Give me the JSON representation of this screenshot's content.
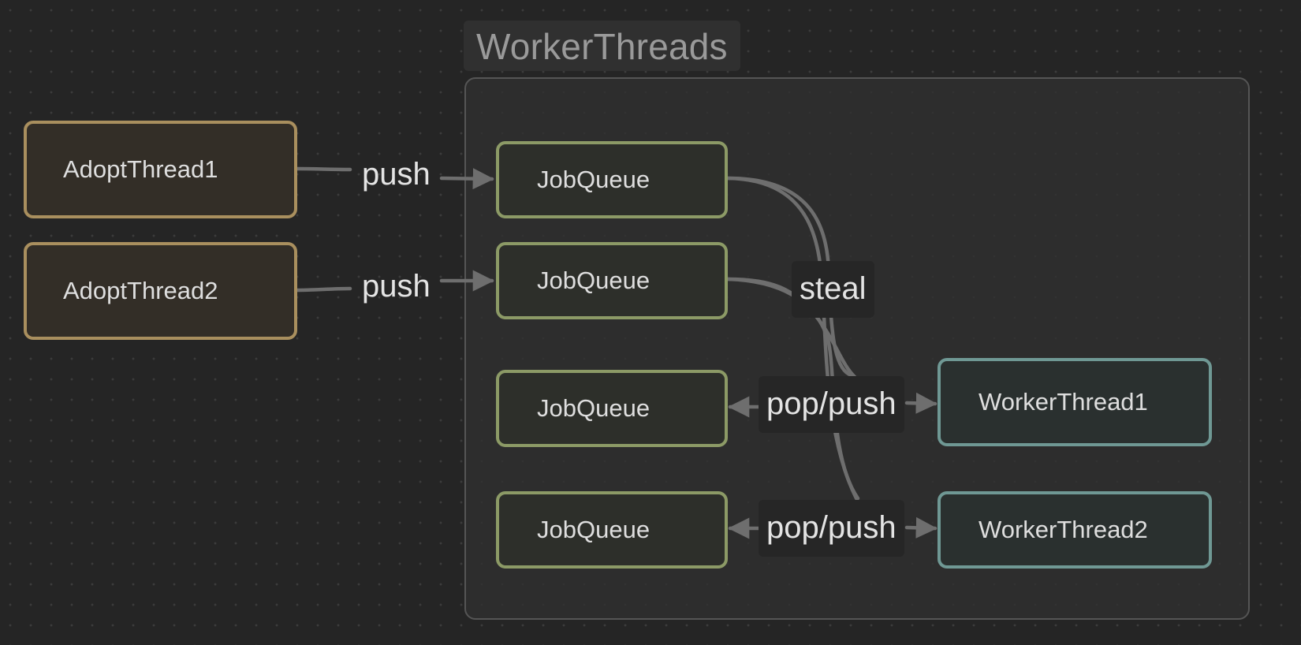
{
  "group": {
    "title": "WorkerThreads"
  },
  "nodes": {
    "adopt_thread_1": "AdoptThread1",
    "adopt_thread_2": "AdoptThread2",
    "job_queue_1": "JobQueue",
    "job_queue_2": "JobQueue",
    "job_queue_3": "JobQueue",
    "job_queue_4": "JobQueue",
    "worker_thread_1": "WorkerThread1",
    "worker_thread_2": "WorkerThread2"
  },
  "edges": {
    "push_1": "push",
    "push_2": "push",
    "steal": "steal",
    "pop_push_1": "pop/push",
    "pop_push_2": "pop/push"
  },
  "colors": {
    "background": "#252525",
    "adopt_border": "#a98f5e",
    "queue_border": "#8c9a66",
    "worker_border": "#6f9894",
    "edge": "#6e6e6e"
  }
}
